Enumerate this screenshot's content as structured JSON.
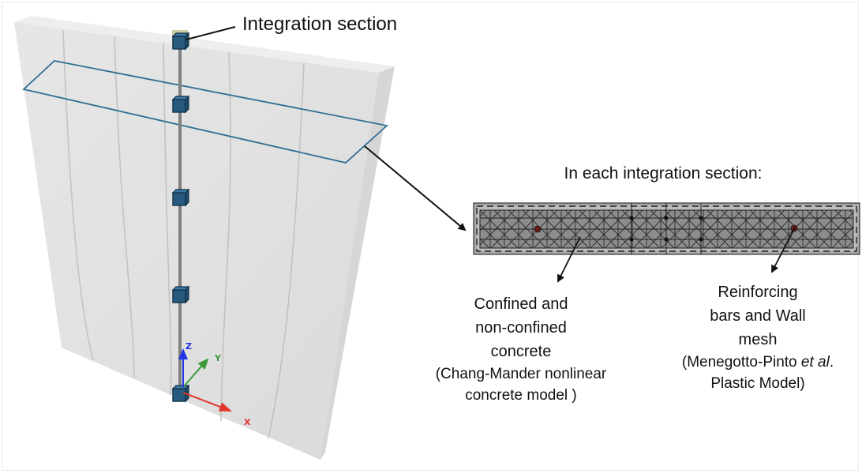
{
  "figure": {
    "integration_label": "Integration section",
    "section_heading": "In each integration section:",
    "concrete": {
      "line1": "Confined and",
      "line2": "non-confined",
      "line3": "concrete",
      "model_line1": "(Chang-Mander nonlinear",
      "model_line2": "concrete model )"
    },
    "steel": {
      "line1": "Reinforcing",
      "line2": "bars and Wall",
      "line3": "mesh",
      "model_prefix": "(Menegotto-Pinto ",
      "model_italic": "et al",
      "model_suffix": ".",
      "model_line2": "Plastic Model)"
    },
    "axes": {
      "x": "X",
      "y": "Y",
      "z": "Z"
    },
    "integration_points": 5
  },
  "colors": {
    "node": "#275a7e",
    "node_dark": "#123248",
    "section_outline": "#2f6e94",
    "axis_x": "#e2352b",
    "axis_y": "#3a9a3a",
    "axis_z": "#2233e6",
    "rebar": "#6b1a1a",
    "concrete_fill": "#8f8f8f"
  }
}
